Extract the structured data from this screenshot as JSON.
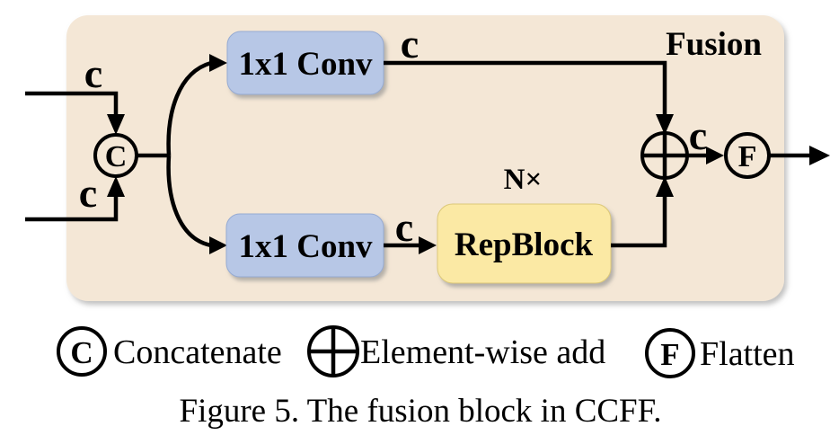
{
  "colors": {
    "background": "#ffffff",
    "container_fill": "#f4e7d6",
    "conv_fill": "#b7c7e6",
    "conv_stroke": "#96abd3",
    "repblock_fill": "#fbe9a4",
    "repblock_stroke": "#dcc878",
    "line": "#000000",
    "text": "#000000"
  },
  "diagram": {
    "region_label": "Fusion",
    "input_labels": [
      "c",
      "c"
    ],
    "concat_symbol": "C",
    "flatten_symbol": "F",
    "conv_top_label": "1x1 Conv",
    "conv_bottom_label": "1x1 Conv",
    "repblock_label": "RepBlock",
    "repeat_label": "N×",
    "channel_labels": {
      "top": "c",
      "bottom": "c",
      "after_add": "c"
    }
  },
  "legend": {
    "concat_symbol": "C",
    "concat_label": "Concatenate",
    "add_label": "Element-wise add",
    "flatten_symbol": "F",
    "flatten_label": "Flatten"
  },
  "caption": "Figure 5. The fusion block in CCFF."
}
